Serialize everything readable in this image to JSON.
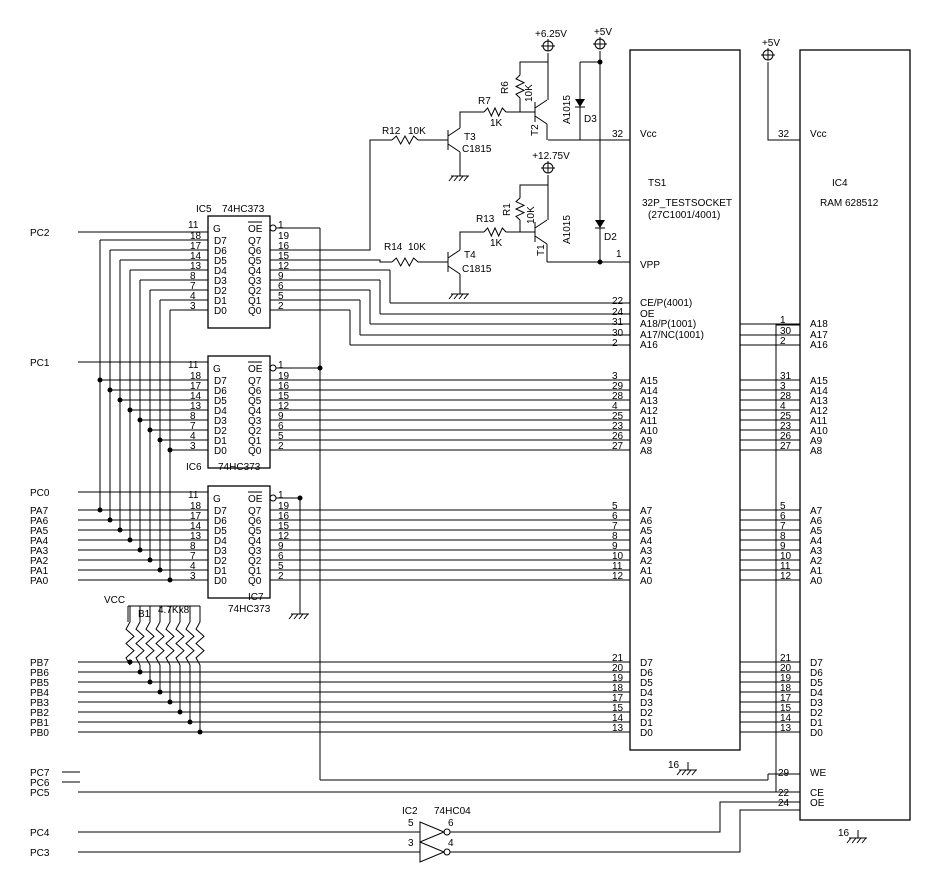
{
  "power": {
    "v625": "+6.25V",
    "v5a": "+5V",
    "v1275": "+12.75V",
    "v5b": "+5V",
    "vcc": "VCC"
  },
  "transistors": {
    "t2": {
      "ref": "T2",
      "part": "A1015"
    },
    "t1": {
      "ref": "T1",
      "part": "A1015"
    },
    "t3": {
      "ref": "T3",
      "part": "C1815"
    },
    "t4": {
      "ref": "T4",
      "part": "C1815"
    }
  },
  "resistors": {
    "r6": {
      "ref": "R6",
      "value": "10K"
    },
    "r7": {
      "ref": "R7",
      "value": "1K"
    },
    "r12": {
      "ref": "R12",
      "value": "10K"
    },
    "r1": {
      "ref": "R1",
      "value": "10K"
    },
    "r13": {
      "ref": "R13",
      "value": "1K"
    },
    "r14": {
      "ref": "R14",
      "value": "10K"
    },
    "b1": {
      "ref": "B1",
      "value": "4.7Kx8"
    }
  },
  "diodes": {
    "d3": "D3",
    "d2": "D2"
  },
  "latches": [
    {
      "ref": "IC5",
      "part": "74HC373"
    },
    {
      "ref": "IC6",
      "part": "74HC373"
    },
    {
      "ref": "IC7",
      "part": "74HC373"
    }
  ],
  "latch_pins": {
    "g": "G",
    "oe": "OE",
    "g_num": "11",
    "oe_num": "1",
    "rows": [
      {
        "d": "D7",
        "q": "Q7",
        "dn": "18",
        "qn": "19"
      },
      {
        "d": "D6",
        "q": "Q6",
        "dn": "17",
        "qn": "16"
      },
      {
        "d": "D5",
        "q": "Q5",
        "dn": "14",
        "qn": "15"
      },
      {
        "d": "D4",
        "q": "Q4",
        "dn": "13",
        "qn": "12"
      },
      {
        "d": "D3",
        "q": "Q3",
        "dn": "8",
        "qn": "9"
      },
      {
        "d": "D2",
        "q": "Q2",
        "dn": "7",
        "qn": "6"
      },
      {
        "d": "D1",
        "q": "Q1",
        "dn": "4",
        "qn": "5"
      },
      {
        "d": "D0",
        "q": "Q0",
        "dn": "3",
        "qn": "2"
      }
    ]
  },
  "socket": {
    "ref": "TS1",
    "name": "32P_TESTSOCKET",
    "part": "(27C1001/4001)",
    "vcc": {
      "num": "32",
      "label": "Vcc"
    },
    "vpp": {
      "num": "1",
      "label": "VPP"
    },
    "gnd": "16",
    "ctrl": [
      {
        "num": "22",
        "label": "CE/P(4001)"
      },
      {
        "num": "24",
        "label": "OE"
      },
      {
        "num": "31",
        "label": "A18/P(1001)"
      },
      {
        "num": "30",
        "label": "A17/NC(1001)"
      },
      {
        "num": "2",
        "label": "A16"
      }
    ],
    "addr_hi": [
      {
        "num": "3",
        "label": "A15"
      },
      {
        "num": "29",
        "label": "A14"
      },
      {
        "num": "28",
        "label": "A13"
      },
      {
        "num": "4",
        "label": "A12"
      },
      {
        "num": "25",
        "label": "A11"
      },
      {
        "num": "23",
        "label": "A10"
      },
      {
        "num": "26",
        "label": "A9"
      },
      {
        "num": "27",
        "label": "A8"
      }
    ],
    "addr_lo": [
      {
        "num": "5",
        "label": "A7"
      },
      {
        "num": "6",
        "label": "A6"
      },
      {
        "num": "7",
        "label": "A5"
      },
      {
        "num": "8",
        "label": "A4"
      },
      {
        "num": "9",
        "label": "A3"
      },
      {
        "num": "10",
        "label": "A2"
      },
      {
        "num": "11",
        "label": "A1"
      },
      {
        "num": "12",
        "label": "A0"
      }
    ],
    "data": [
      {
        "num": "21",
        "label": "D7"
      },
      {
        "num": "20",
        "label": "D6"
      },
      {
        "num": "19",
        "label": "D5"
      },
      {
        "num": "18",
        "label": "D4"
      },
      {
        "num": "17",
        "label": "D3"
      },
      {
        "num": "15",
        "label": "D2"
      },
      {
        "num": "14",
        "label": "D1"
      },
      {
        "num": "13",
        "label": "D0"
      }
    ]
  },
  "ram": {
    "ref": "IC4",
    "part": "RAM 628512",
    "vcc": {
      "num": "32",
      "label": "Vcc"
    },
    "gnd": "16",
    "ctrl": [
      {
        "num": "1",
        "label": "A18"
      },
      {
        "num": "30",
        "label": "A17"
      },
      {
        "num": "2",
        "label": "A16"
      }
    ],
    "addr_hi": [
      {
        "num": "31",
        "label": "A15"
      },
      {
        "num": "3",
        "label": "A14"
      },
      {
        "num": "28",
        "label": "A13"
      },
      {
        "num": "4",
        "label": "A12"
      },
      {
        "num": "25",
        "label": "A11"
      },
      {
        "num": "23",
        "label": "A10"
      },
      {
        "num": "26",
        "label": "A9"
      },
      {
        "num": "27",
        "label": "A8"
      }
    ],
    "addr_lo": [
      {
        "num": "5",
        "label": "A7"
      },
      {
        "num": "6",
        "label": "A6"
      },
      {
        "num": "7",
        "label": "A5"
      },
      {
        "num": "8",
        "label": "A4"
      },
      {
        "num": "9",
        "label": "A3"
      },
      {
        "num": "10",
        "label": "A2"
      },
      {
        "num": "11",
        "label": "A1"
      },
      {
        "num": "12",
        "label": "A0"
      }
    ],
    "data": [
      {
        "num": "21",
        "label": "D7"
      },
      {
        "num": "20",
        "label": "D6"
      },
      {
        "num": "19",
        "label": "D5"
      },
      {
        "num": "18",
        "label": "D4"
      },
      {
        "num": "17",
        "label": "D3"
      },
      {
        "num": "15",
        "label": "D2"
      },
      {
        "num": "14",
        "label": "D1"
      },
      {
        "num": "13",
        "label": "D0"
      }
    ],
    "we": {
      "num": "29",
      "label": "WE"
    },
    "ce": {
      "num": "22",
      "label": "CE"
    },
    "oe": {
      "num": "24",
      "label": "OE"
    }
  },
  "inverter": {
    "ref": "IC2",
    "part": "74HC04",
    "gate1": {
      "in": "5",
      "out": "6"
    },
    "gate2": {
      "in": "3",
      "out": "4"
    }
  },
  "ports": {
    "pc": [
      "PC2",
      "PC1",
      "PC0",
      "PC7",
      "PC6",
      "PC5",
      "PC4",
      "PC3"
    ],
    "pa": [
      "PA7",
      "PA6",
      "PA5",
      "PA4",
      "PA3",
      "PA2",
      "PA1",
      "PA0"
    ],
    "pb": [
      "PB7",
      "PB6",
      "PB5",
      "PB4",
      "PB3",
      "PB2",
      "PB1",
      "PB0"
    ]
  }
}
